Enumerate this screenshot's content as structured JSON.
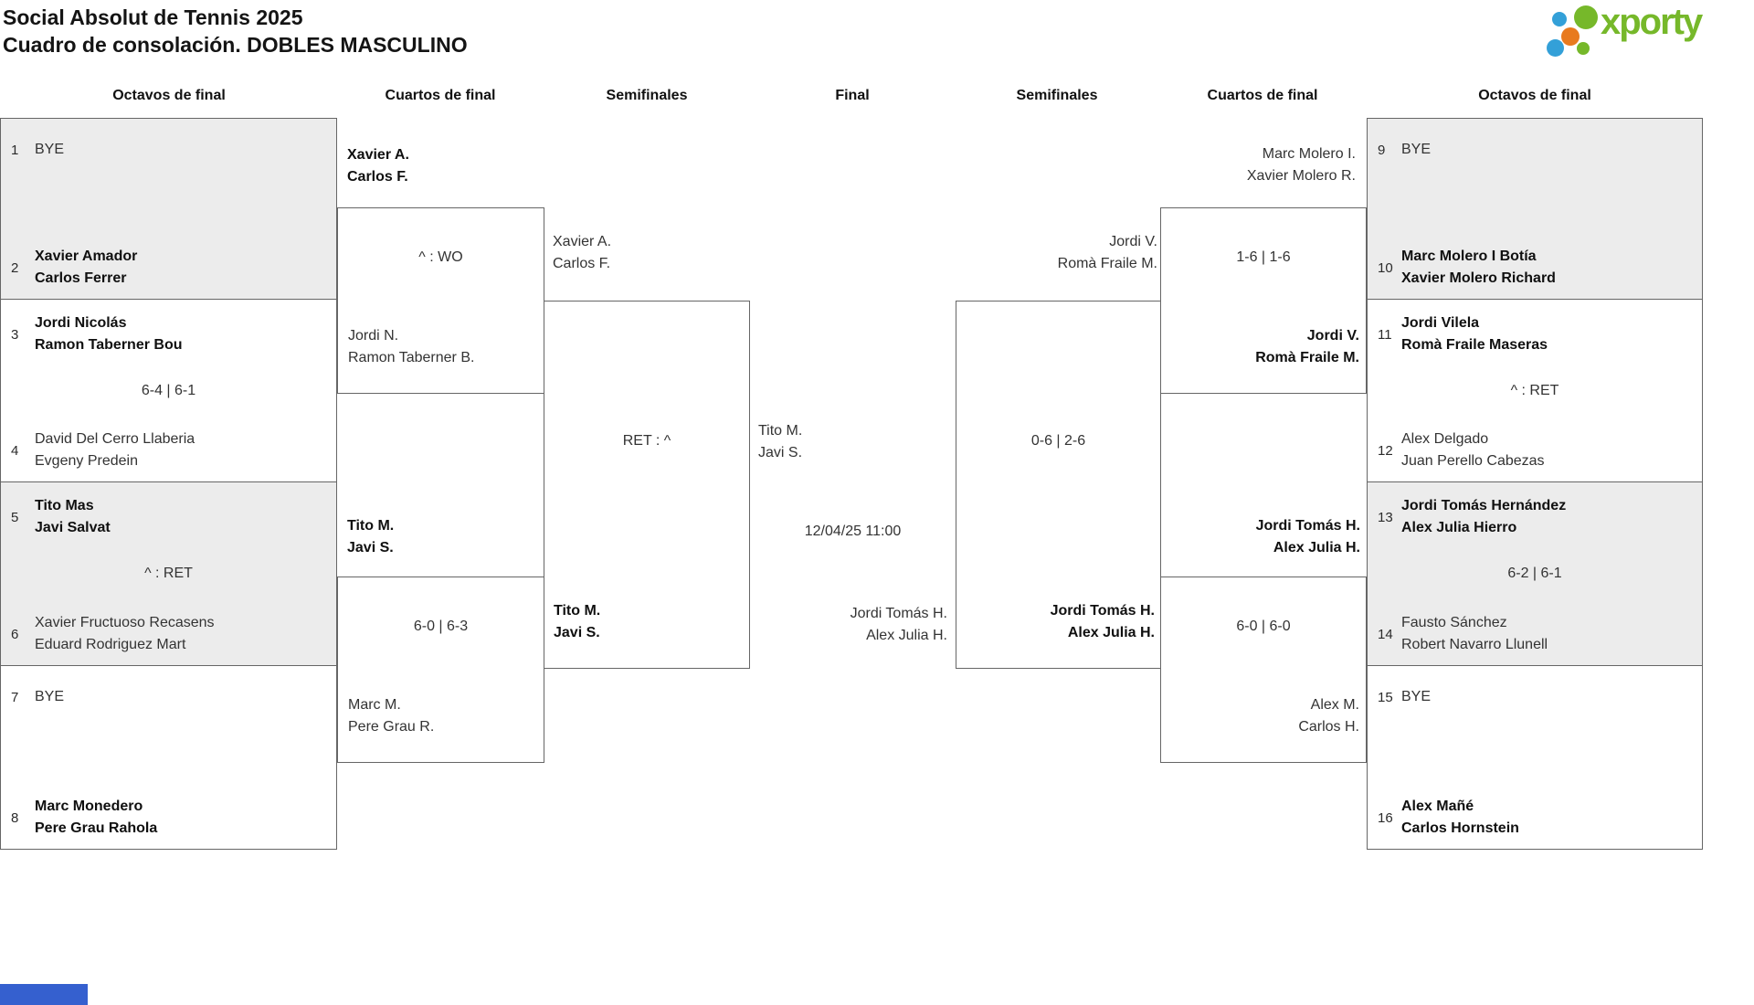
{
  "header": {
    "title_line1": "Social Absolut de Tennis 2025",
    "title_line2": "Cuadro de consolación. DOBLES MASCULINO",
    "logo_text": "xporty"
  },
  "colors": {
    "logo_green": "#76b82a",
    "logo_blue": "#33a0d8",
    "logo_orange": "#e87a1e",
    "box_shaded": "#ececec",
    "box_border": "#666666",
    "bottom_bar_blue": "#3560cf"
  },
  "rounds": [
    "Octavos de final",
    "Cuartos de final",
    "Semifinales",
    "Final",
    "Semifinales",
    "Cuartos de final",
    "Octavos de final"
  ],
  "lo": [
    {
      "top": {
        "seed": "1",
        "l1": "BYE",
        "winner": false
      },
      "bot": {
        "seed": "2",
        "l1": "Xavier Amador",
        "l2": "Carlos Ferrer",
        "winner": true
      },
      "score": ""
    },
    {
      "top": {
        "seed": "3",
        "l1": "Jordi Nicolás",
        "l2": "Ramon Taberner Bou",
        "winner": true
      },
      "bot": {
        "seed": "4",
        "l1": "David Del Cerro Llaberia",
        "l2": "Evgeny Predein",
        "winner": false
      },
      "score": "6-4 | 6-1"
    },
    {
      "top": {
        "seed": "5",
        "l1": "Tito Mas",
        "l2": "Javi Salvat",
        "winner": true
      },
      "bot": {
        "seed": "6",
        "l1": "Xavier Fructuoso Recasens",
        "l2": "Eduard Rodriguez Mart",
        "winner": false
      },
      "score": "^ : RET"
    },
    {
      "top": {
        "seed": "7",
        "l1": "BYE",
        "winner": false
      },
      "bot": {
        "seed": "8",
        "l1": "Marc Monedero",
        "l2": "Pere Grau Rahola",
        "winner": true
      },
      "score": ""
    }
  ],
  "ro": [
    {
      "top": {
        "seed": "9",
        "l1": "BYE",
        "winner": false
      },
      "bot": {
        "seed": "10",
        "l1": "Marc Molero I Botía",
        "l2": "Xavier Molero Richard",
        "winner": true
      },
      "score": ""
    },
    {
      "top": {
        "seed": "11",
        "l1": "Jordi Vilela",
        "l2": "Romà Fraile Maseras",
        "winner": true
      },
      "bot": {
        "seed": "12",
        "l1": "Alex Delgado",
        "l2": "Juan Perello Cabezas",
        "winner": false
      },
      "score": "^ : RET"
    },
    {
      "top": {
        "seed": "13",
        "l1": "Jordi Tomás Hernández",
        "l2": "Alex Julia Hierro",
        "winner": true
      },
      "bot": {
        "seed": "14",
        "l1": "Fausto Sánchez",
        "l2": "Robert Navarro Llunell",
        "winner": false
      },
      "score": "6-2 | 6-1"
    },
    {
      "top": {
        "seed": "15",
        "l1": "BYE",
        "winner": false
      },
      "bot": {
        "seed": "16",
        "l1": "Alex Mañé",
        "l2": "Carlos Hornstein",
        "winner": true
      },
      "score": ""
    }
  ],
  "lq": {
    "m1": {
      "top": {
        "l1": "Xavier A.",
        "l2": "Carlos F.",
        "winner": true
      },
      "score": "^ : WO",
      "bot": {
        "l1": "Jordi N.",
        "l2": "Ramon Taberner B.",
        "winner": false
      }
    },
    "m2": {
      "top": {
        "l1": "Tito M.",
        "l2": "Javi S.",
        "winner": true
      },
      "score": "6-0 | 6-3",
      "bot": {
        "l1": "Marc M.",
        "l2": "Pere Grau R.",
        "winner": false
      }
    }
  },
  "ls": {
    "top": {
      "l1": "Xavier A.",
      "l2": "Carlos F.",
      "winner": false
    },
    "score": "RET : ^",
    "bot": {
      "l1": "Tito M.",
      "l2": "Javi S.",
      "winner": true
    }
  },
  "fin": {
    "top": {
      "l1": "Tito M.",
      "l2": "Javi S."
    },
    "when": "12/04/25 11:00",
    "bot": {
      "l1": "Jordi Tomás H.",
      "l2": "Alex Julia H."
    }
  },
  "rs": {
    "top": {
      "l1": "Jordi V.",
      "l2": "Romà Fraile M.",
      "winner": false
    },
    "score": "0-6 | 2-6",
    "bot": {
      "l1": "Jordi Tomás H.",
      "l2": "Alex Julia H.",
      "winner": true
    }
  },
  "rq": {
    "m1": {
      "top": {
        "l1": "Marc Molero I.",
        "l2": "Xavier Molero R.",
        "winner": false
      },
      "score": "1-6 | 1-6",
      "bot": {
        "l1": "Jordi V.",
        "l2": "Romà Fraile M.",
        "winner": true
      }
    },
    "m2": {
      "top": {
        "l1": "Jordi Tomás H.",
        "l2": "Alex Julia H.",
        "winner": true
      },
      "score": "6-0 | 6-0",
      "bot": {
        "l1": "Alex M.",
        "l2": "Carlos H.",
        "winner": false
      }
    }
  }
}
